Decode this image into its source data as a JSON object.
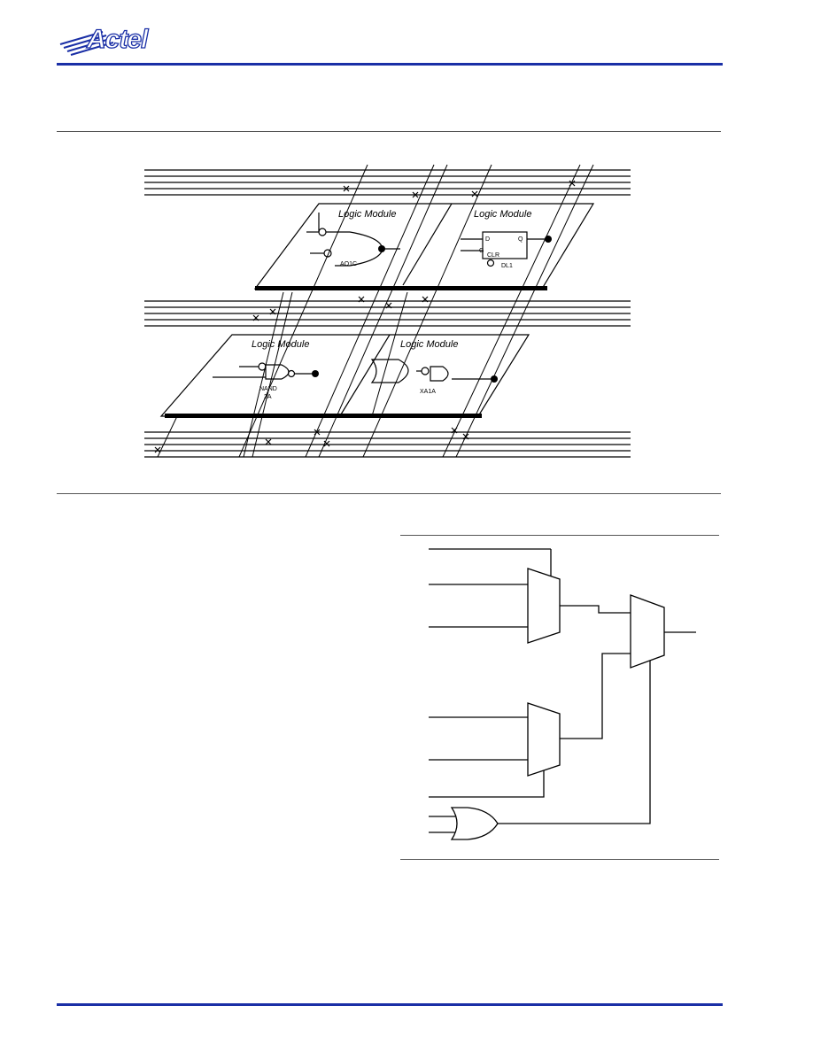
{
  "header": {
    "logo_text": "Actel"
  },
  "figure1": {
    "modules": [
      {
        "title": "Logic Module",
        "gate_label": "AO1C"
      },
      {
        "title": "Logic Module",
        "ff_pins": [
          "D",
          "Q",
          "G",
          "CLR"
        ],
        "gate_label": "DL1"
      },
      {
        "title": "Logic Module",
        "gate_label": "NAND",
        "gate_label2": "2A"
      },
      {
        "title": "Logic Module",
        "gate_label": "XA1A"
      }
    ]
  },
  "colors": {
    "brand_blue": "#1a2fa6",
    "rule_gray": "#555555"
  }
}
